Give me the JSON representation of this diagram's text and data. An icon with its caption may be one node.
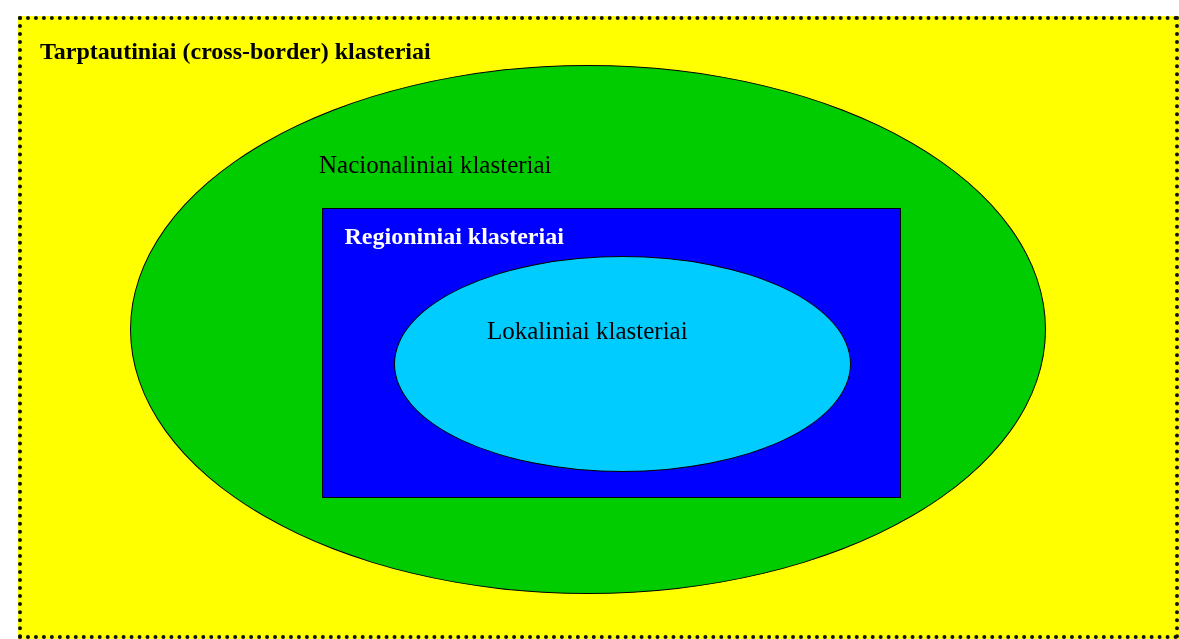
{
  "diagram": {
    "nodes": [
      {
        "text": [
          "Tarptautiniai (cross-border) klasteriai"
        ]
      },
      {
        "text": [
          "Nacionaliniai klasteriai"
        ],
        "in": 0
      },
      {
        "text": [
          "Regioniniai klasteriai"
        ],
        "in": 1
      },
      {
        "text": [
          "Lokaliniai klasteriai"
        ],
        "in": 2
      }
    ]
  }
}
